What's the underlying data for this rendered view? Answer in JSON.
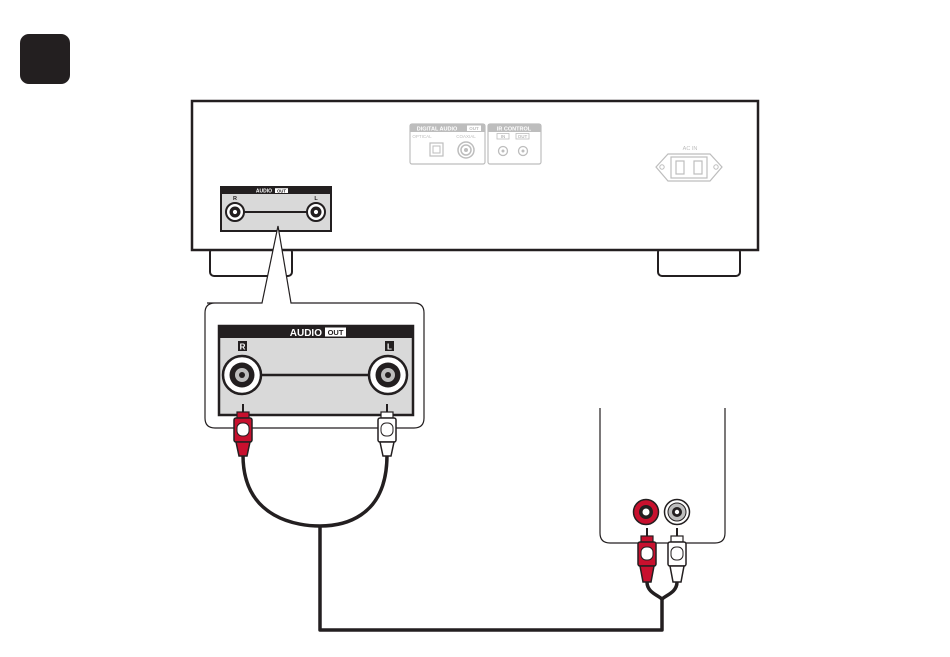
{
  "step": {
    "number": ""
  },
  "device": {
    "digital_audio_label": "DIGITAL AUDIO",
    "digital_audio_badge": "OUT",
    "optical_label": "OPTICAL",
    "coaxial_label": "COAXIAL",
    "ir_control_label": "IR CONTROL",
    "ir_in_label": "IN",
    "ir_out_label": "OUT",
    "ac_in_label": "AC IN",
    "audio_small_label": "AUDIO",
    "audio_small_badge": "OUT",
    "r_small": "R",
    "l_small": "L"
  },
  "zoom_panel": {
    "audio_label": "AUDIO",
    "audio_badge": "OUT",
    "r_label": "R",
    "l_label": "L"
  },
  "colors": {
    "line": "#231f20",
    "red_plug": "#c8102e",
    "jack_gray": "#bdbdbd",
    "panel_gray": "#d9d9d9"
  }
}
